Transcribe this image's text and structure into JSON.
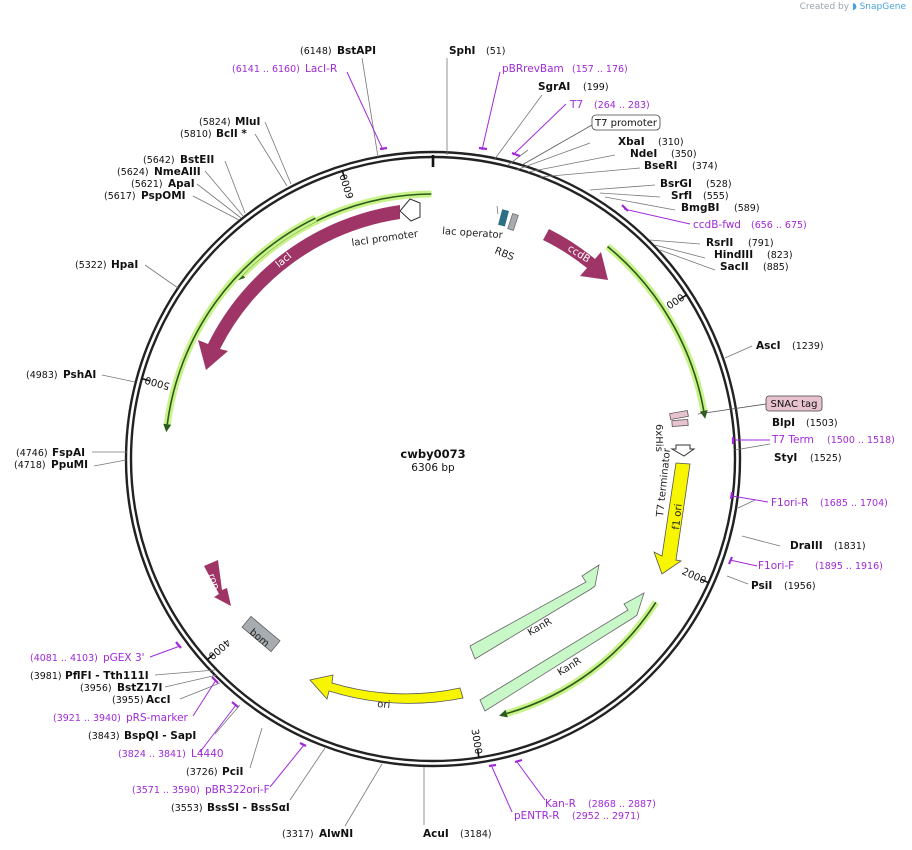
{
  "watermark": {
    "prefix": "Created by",
    "brand": "SnapGene"
  },
  "plasmid": {
    "name": "cwby0073",
    "length": "6306 bp",
    "total": 6306
  },
  "colors": {
    "backbone": "#222222",
    "magenta": "#9e3566",
    "yellow": "#f7f500",
    "kan": "#c8f7c8",
    "primer": "#a02ad8",
    "green_line": "#2a5b18",
    "green_glow": "#c9f28a",
    "bom": "#a6acb0",
    "snac": "#e7c2cf"
  },
  "ticks": [
    {
      "bp": 1000,
      "label": "1000"
    },
    {
      "bp": 2000,
      "label": "2000"
    },
    {
      "bp": 3000,
      "label": "3000"
    },
    {
      "bp": 4000,
      "label": "4000"
    },
    {
      "bp": 5000,
      "label": "5000"
    },
    {
      "bp": 6000,
      "label": "6000"
    }
  ],
  "sites": [
    {
      "name": "SphI",
      "pos": "(51)"
    },
    {
      "name": "SgrAI",
      "pos": "(199)"
    },
    {
      "name": "XbaI",
      "pos": "(310)"
    },
    {
      "name": "NdeI",
      "pos": "(350)"
    },
    {
      "name": "BseRI",
      "pos": "(374)"
    },
    {
      "name": "BsrGI",
      "pos": "(528)"
    },
    {
      "name": "SrfI",
      "pos": "(555)"
    },
    {
      "name": "BmgBI",
      "pos": "(589)"
    },
    {
      "name": "RsrII",
      "pos": "(791)"
    },
    {
      "name": "HindIII",
      "pos": "(823)"
    },
    {
      "name": "SacII",
      "pos": "(885)"
    },
    {
      "name": "AscI",
      "pos": "(1239)"
    },
    {
      "name": "BlpI",
      "pos": "(1503)"
    },
    {
      "name": "StyI",
      "pos": "(1525)"
    },
    {
      "name": "DraIII",
      "pos": "(1831)"
    },
    {
      "name": "PsiI",
      "pos": "(1956)"
    },
    {
      "name": "AcuI",
      "pos": "(3184)"
    },
    {
      "name": "AlwNI",
      "pos": "(3317)"
    },
    {
      "name": "BssSI - BssSαI",
      "pos": "(3553)"
    },
    {
      "name": "PciI",
      "pos": "(3726)"
    },
    {
      "name": "BspQI - SapI",
      "pos": "(3843)"
    },
    {
      "name": "AccI",
      "pos": "(3955)"
    },
    {
      "name": "BstZ17I",
      "pos": "(3956)"
    },
    {
      "name": "PflFI - Tth111I",
      "pos": "(3981)"
    },
    {
      "name": "FspAI",
      "pos": "(4746)"
    },
    {
      "name": "PpuMI",
      "pos": "(4718)"
    },
    {
      "name": "PshAI",
      "pos": "(4983)"
    },
    {
      "name": "HpaI",
      "pos": "(5322)"
    },
    {
      "name": "PspOMI",
      "pos": "(5617)"
    },
    {
      "name": "ApaI",
      "pos": "(5621)"
    },
    {
      "name": "NmeAIII",
      "pos": "(5624)"
    },
    {
      "name": "BstEII",
      "pos": "(5642)"
    },
    {
      "name": "BclI *",
      "pos": "(5810)"
    },
    {
      "name": "MluI",
      "pos": "(5824)"
    },
    {
      "name": "BstAPI",
      "pos": "(6148)"
    }
  ],
  "primers": [
    {
      "name": "pBRrevBam",
      "pos": "(157 .. 176)"
    },
    {
      "name": "T7",
      "pos": "(264 .. 283)"
    },
    {
      "name": "ccdB-fwd",
      "pos": "(656 .. 675)"
    },
    {
      "name": "T7 Term",
      "pos": "(1500 .. 1518)"
    },
    {
      "name": "F1ori-R",
      "pos": "(1685 .. 1704)"
    },
    {
      "name": "F1ori-F",
      "pos": "(1895 .. 1916)"
    },
    {
      "name": "Kan-R",
      "pos": "(2868 .. 2887)"
    },
    {
      "name": "pENTR-R",
      "pos": "(2952 .. 2971)"
    },
    {
      "name": "pBR322ori-F",
      "pos": "(3571 .. 3590)"
    },
    {
      "name": "L4440",
      "pos": "(3824 .. 3841)"
    },
    {
      "name": "pRS-marker",
      "pos": "(3921 .. 3940)"
    },
    {
      "name": "pGEX 3'",
      "pos": "(4081 .. 4103)"
    },
    {
      "name": "LacI-R",
      "pos": "(6141 .. 6160)"
    }
  ],
  "boxed_labels": [
    {
      "name": "T7 promoter"
    },
    {
      "name": "SNAC tag"
    }
  ],
  "features": [
    {
      "name": "lacI"
    },
    {
      "name": "lacI promoter"
    },
    {
      "name": "lac operator"
    },
    {
      "name": "RBS"
    },
    {
      "name": "ccdB"
    },
    {
      "name": "6xHis"
    },
    {
      "name": "T7 terminator"
    },
    {
      "name": "f1 ori"
    },
    {
      "name": "KanR"
    },
    {
      "name": "KanR"
    },
    {
      "name": "ori"
    },
    {
      "name": "bom"
    },
    {
      "name": "rop"
    }
  ]
}
